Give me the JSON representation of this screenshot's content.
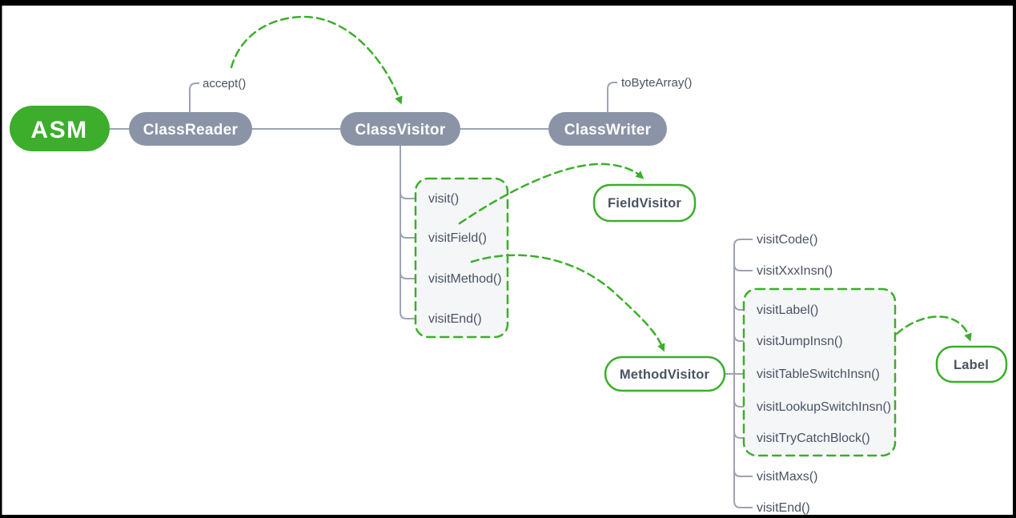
{
  "colors": {
    "accent_green": "#3cae2b",
    "node_gray": "#8b94a6",
    "connector_gray": "#9ba3b2",
    "text_dark": "#4a5362",
    "group_box_fill": "#f5f6f8",
    "frame_black": "#000000",
    "background": "#ffffff"
  },
  "nodes": {
    "asm": {
      "label": "ASM"
    },
    "class_reader": {
      "label": "ClassReader",
      "method_annotation": "accept()"
    },
    "class_visitor": {
      "label": "ClassVisitor"
    },
    "class_writer": {
      "label": "ClassWriter",
      "method_annotation": "toByteArray()"
    },
    "field_visitor": {
      "label": "FieldVisitor"
    },
    "method_visitor": {
      "label": "MethodVisitor"
    },
    "label_node": {
      "label": "Label"
    }
  },
  "class_visitor_methods": [
    "visit()",
    "visitField()",
    "visitMethod()",
    "visitEnd()"
  ],
  "method_visitor_methods": [
    "visitCode()",
    "visitXxxInsn()",
    "visitLabel()",
    "visitJumpInsn()",
    "visitTableSwitchInsn()",
    "visitLookupSwitchInsn()",
    "visitTryCatchBlock()",
    "visitMaxs()",
    "visitEnd()"
  ],
  "relations": [
    {
      "from": "accept()",
      "to": "ClassVisitor",
      "style": "green-dashed-arrow"
    },
    {
      "from": "visitField()",
      "to": "FieldVisitor",
      "style": "green-dashed-arrow"
    },
    {
      "from": "visitMethod()",
      "to": "MethodVisitor",
      "style": "green-dashed-arrow"
    },
    {
      "from": "visitLabel()-visitTryCatchBlock() group",
      "to": "Label",
      "style": "green-dashed-arrow"
    }
  ]
}
